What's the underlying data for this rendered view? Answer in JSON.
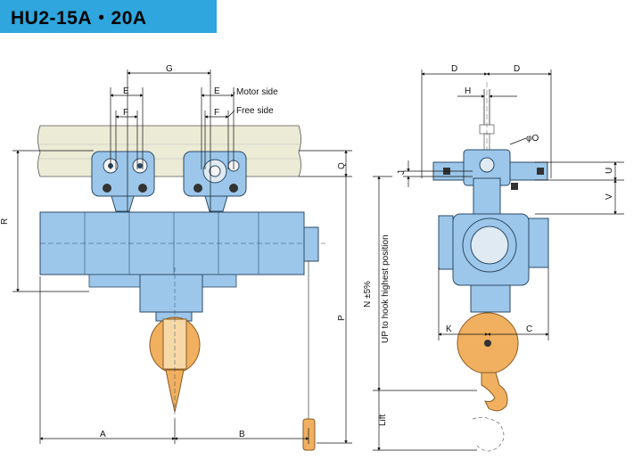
{
  "title": "HU2-15A・20A",
  "labels": {
    "G": "G",
    "E": "E",
    "F": "F",
    "motor_side": "Motor side",
    "free_side": "Free side",
    "R": "R",
    "Q": "Q",
    "P": "P",
    "N_note": "N  ±5%",
    "up_note": "UP to hook highest position",
    "lift": "Lift",
    "A": "A",
    "B": "B",
    "D": "D",
    "H": "H",
    "phiO": "φO",
    "J": "J",
    "U": "U",
    "V": "V",
    "K": "K",
    "C": "C"
  },
  "colors": {
    "body_blue": "#9cc7ea",
    "body_outline": "#2b4a66",
    "hook_orange": "#f0b060",
    "rail_beige": "#ecebd6",
    "title_bg": "#2fa6dd"
  }
}
